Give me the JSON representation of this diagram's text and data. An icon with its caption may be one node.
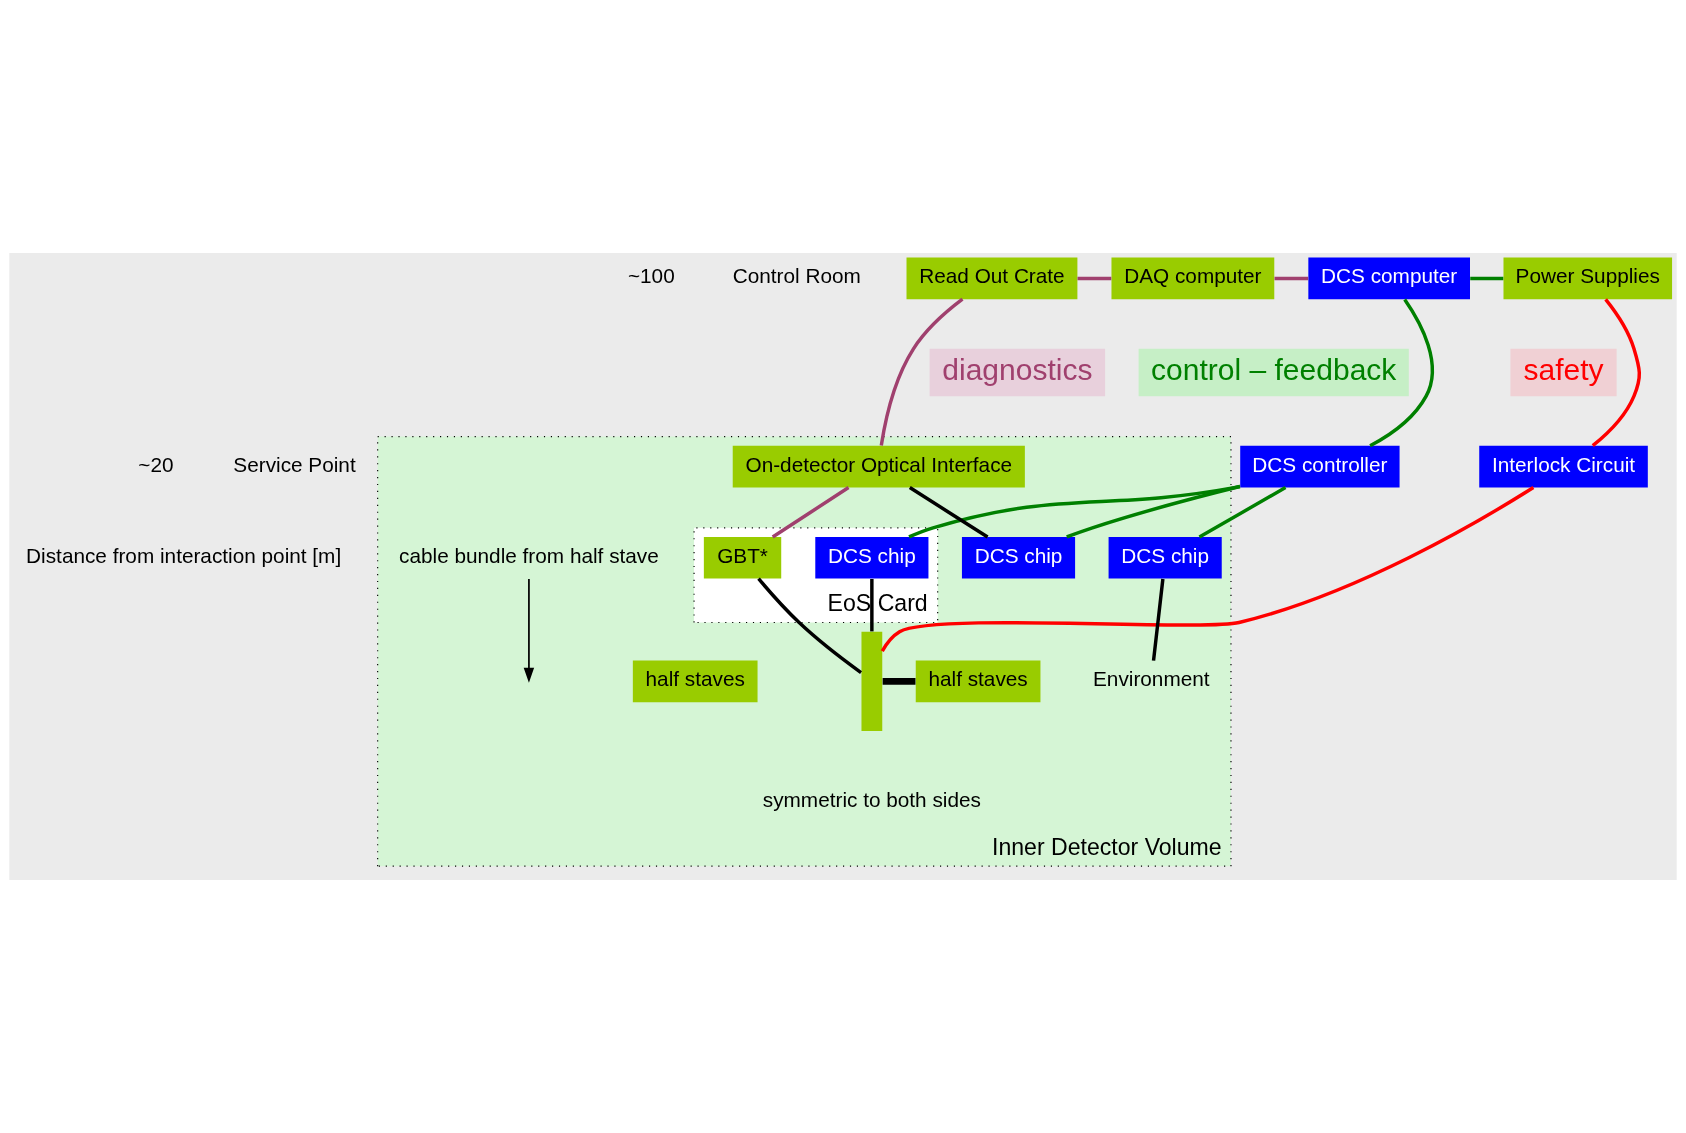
{
  "diagram": {
    "nodes": [
      {
        "text": [
          "Read Out Crate"
        ]
      },
      {
        "text": [
          "DAQ computer"
        ]
      },
      {
        "text": [
          "DCS computer"
        ]
      },
      {
        "text": [
          "Power Supplies"
        ]
      },
      {
        "text": [
          "diagnostics"
        ]
      },
      {
        "text": [
          "control – feedback"
        ]
      },
      {
        "text": [
          "safety"
        ]
      },
      {
        "text": [
          "DCS controller"
        ]
      },
      {
        "text": [
          "Interlock Circuit"
        ]
      },
      {
        "text": [
          "Inner Detector Volume"
        ]
      },
      {
        "text": [
          "On-detector Optical Interface"
        ],
        "in": 9
      },
      {
        "text": [
          "DCS chip"
        ],
        "in": 9
      },
      {
        "text": [
          "DCS chip"
        ],
        "in": 9
      },
      {
        "text": [
          "Environment"
        ],
        "in": 9
      },
      {
        "text": [
          "EoS Card"
        ],
        "in": 9
      },
      {
        "text": [
          "DCS chip"
        ],
        "in": 14
      },
      {
        "text": [
          "GBT*"
        ],
        "in": 14
      },
      {
        "text": [],
        "shape": "bar",
        "in": 9
      },
      {
        "text": [
          "half staves"
        ],
        "in": 9
      },
      {
        "text": [
          "half staves"
        ],
        "in": 9
      },
      {
        "text": [
          "cable bundle from half stave"
        ],
        "in": 9
      }
    ],
    "edges": [
      {
        "from": 0,
        "to": 1,
        "arrow": "none",
        "color": "#a0406e"
      },
      {
        "from": 1,
        "to": 2,
        "arrow": "none",
        "color": "#a0406e"
      },
      {
        "from": 2,
        "to": 3,
        "arrow": "none",
        "color": "#008000"
      },
      {
        "from": 2,
        "to": 7,
        "arrow": "none",
        "color": "#008000"
      },
      {
        "from": 3,
        "to": 8,
        "arrow": "none",
        "color": "#ff0000"
      },
      {
        "from": 0,
        "to": 10,
        "arrow": "none",
        "color": "#a0406e"
      },
      {
        "from": 10,
        "to": 16,
        "arrow": "none",
        "color": "#a0406e"
      },
      {
        "from": 7,
        "to": 11,
        "arrow": "none",
        "color": "#008000"
      },
      {
        "from": 7,
        "to": 12,
        "arrow": "none",
        "color": "#008000"
      },
      {
        "from": 7,
        "to": 15,
        "arrow": "none",
        "color": "#008000"
      },
      {
        "from": 10,
        "to": 11,
        "arrow": "none",
        "color": "#000000"
      },
      {
        "from": 12,
        "to": 13,
        "arrow": "none",
        "color": "#000000"
      },
      {
        "from": 8,
        "to": 17,
        "arrow": "none",
        "color": "#ff0000"
      },
      {
        "from": 15,
        "to": 17,
        "arrow": "none",
        "color": "#000000"
      },
      {
        "from": 16,
        "to": 17,
        "arrow": "none",
        "color": "#000000"
      },
      {
        "from": 17,
        "to": 18,
        "arrow": "none",
        "color": "#000000",
        "style": "thick"
      },
      {
        "from": 20,
        "to": null,
        "arrow": "to",
        "color": "#000000"
      }
    ],
    "labels": [
      "~100",
      "Control Room",
      "~20",
      "Service Point",
      "Distance from interaction point [m]",
      "symmetric to both sides"
    ]
  }
}
